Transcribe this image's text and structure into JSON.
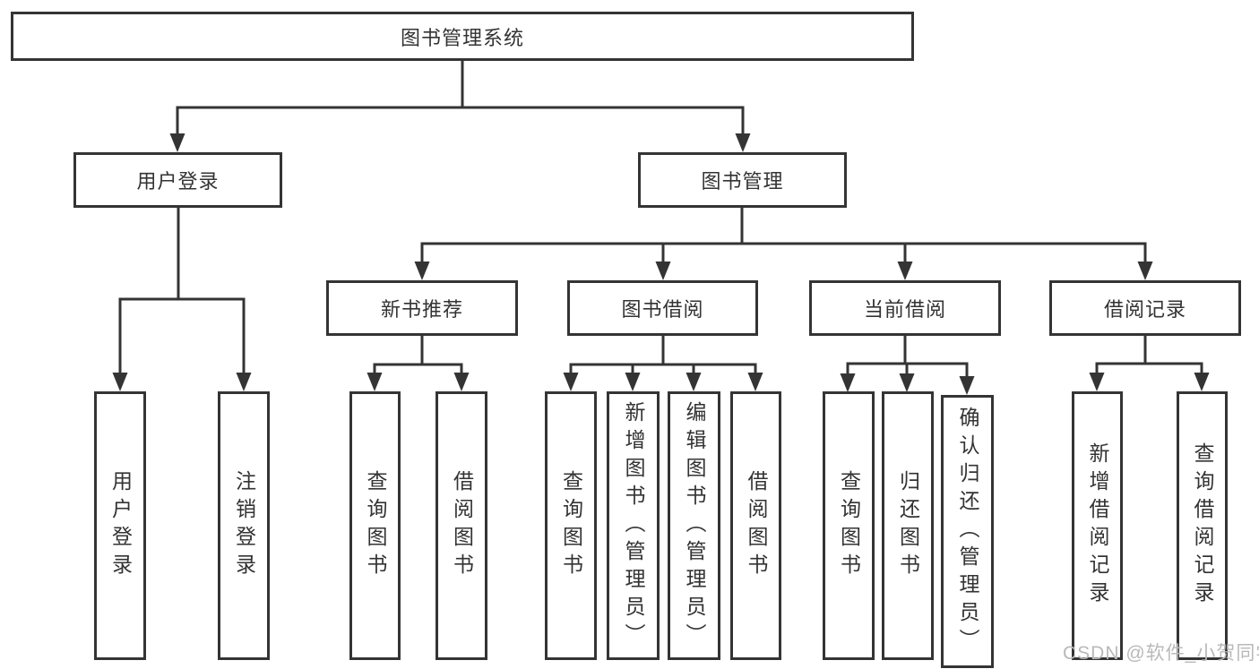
{
  "nodes": {
    "root": {
      "label": "图书管理系统"
    },
    "branches": [
      {
        "label": "用户登录",
        "children": [
          {
            "label": "用户登录"
          },
          {
            "label": "注销登录"
          }
        ]
      },
      {
        "label": "图书管理",
        "children": [
          {
            "label": "新书推荐",
            "children": [
              {
                "label": "查询图书"
              },
              {
                "label": "借阅图书"
              }
            ]
          },
          {
            "label": "图书借阅",
            "children": [
              {
                "label": "查询图书"
              },
              {
                "label": "新增图书（管理员）"
              },
              {
                "label": "编辑图书（管理员）"
              },
              {
                "label": "借阅图书"
              }
            ]
          },
          {
            "label": "当前借阅",
            "children": [
              {
                "label": "查询图书"
              },
              {
                "label": "归还图书"
              },
              {
                "label": "确认归还（管理员）"
              }
            ]
          },
          {
            "label": "借阅记录",
            "children": [
              {
                "label": "新增借阅记录"
              },
              {
                "label": "查询借阅记录"
              }
            ]
          }
        ]
      }
    ]
  },
  "watermark": {
    "text": "CSDN @软件_小贺同学"
  },
  "colors": {
    "line": "#343434",
    "box_border": "#343434",
    "box_fill": "#ffffff",
    "text": "#333333",
    "watermark": "#b9b9b9",
    "background": "#ffffff"
  }
}
